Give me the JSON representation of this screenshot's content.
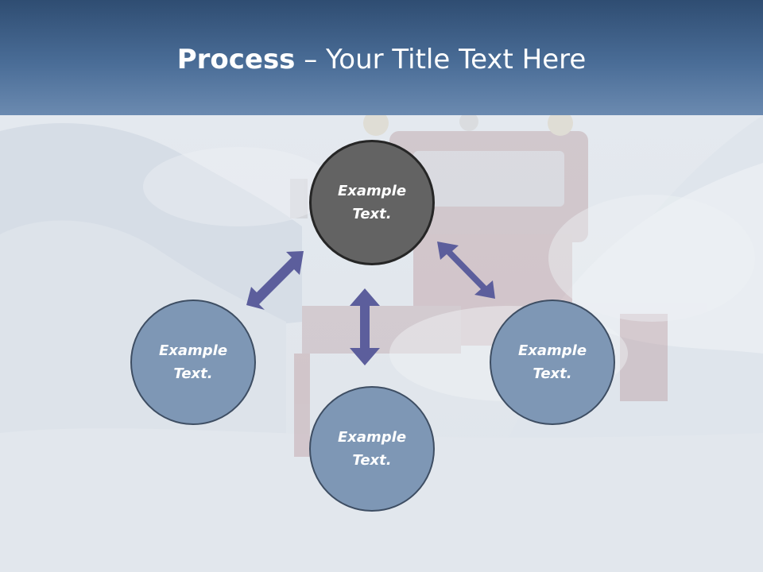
{
  "title": {
    "bold": "Process",
    "rest": " – Your Title Text Here"
  },
  "colors": {
    "header": "#3f5f87",
    "center_node": "#636363",
    "outer_node": "#7e97b5",
    "arrow": "#5c5e9c"
  },
  "nodes": [
    {
      "id": "center",
      "line1": "Example",
      "line2": "Text."
    },
    {
      "id": "left",
      "line1": "Example",
      "line2": "Text."
    },
    {
      "id": "bottom",
      "line1": "Example",
      "line2": "Text."
    },
    {
      "id": "right",
      "line1": "Example",
      "line2": "Text."
    }
  ]
}
